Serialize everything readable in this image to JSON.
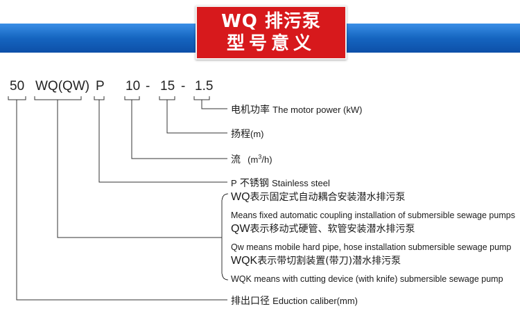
{
  "header": {
    "title_line1": "WQ 排污泵",
    "title_line2": "型号意义",
    "band_color": "#1565c0",
    "title_bg_color": "#d7191c"
  },
  "model_code": {
    "seg_caliber": "50",
    "seg_type": "WQ(QW)",
    "seg_material": "P",
    "seg_flow": "10",
    "dash1": "-",
    "seg_head": "15",
    "dash2": "-",
    "seg_power": "1.5"
  },
  "labels": {
    "power_cn": "电机功率",
    "power_en": "The motor power (kW)",
    "head_cn": "扬程",
    "head_unit": "(m)",
    "flow_cn": "流",
    "flow_unit_pre": "(m",
    "flow_unit_sup": "3",
    "flow_unit_post": "/h)",
    "steel_prefix": "P",
    "steel_cn": "不锈钢",
    "steel_en": "Stainless steel",
    "wq_code": "WQ",
    "wq_cn": "表示固定式自动耦合安装潜水排污泵",
    "wq_en": "Means fixed automatic coupling installation of submersible sewage pumps",
    "qw_code": "QW",
    "qw_cn": "表示移动式硬管、软管安装潜水排污泵",
    "qw_en": "Qw means  mobile hard pipe, hose installation submersible sewage pump",
    "wqk_code": "WQK",
    "wqk_cn": "表示带切割装置(带刀)潜水排污泵",
    "wqk_en": "WQK means with cutting device (with knife) submersible sewage pump",
    "caliber_cn": "排出口径",
    "caliber_en": "Eduction caliber(mm)"
  }
}
